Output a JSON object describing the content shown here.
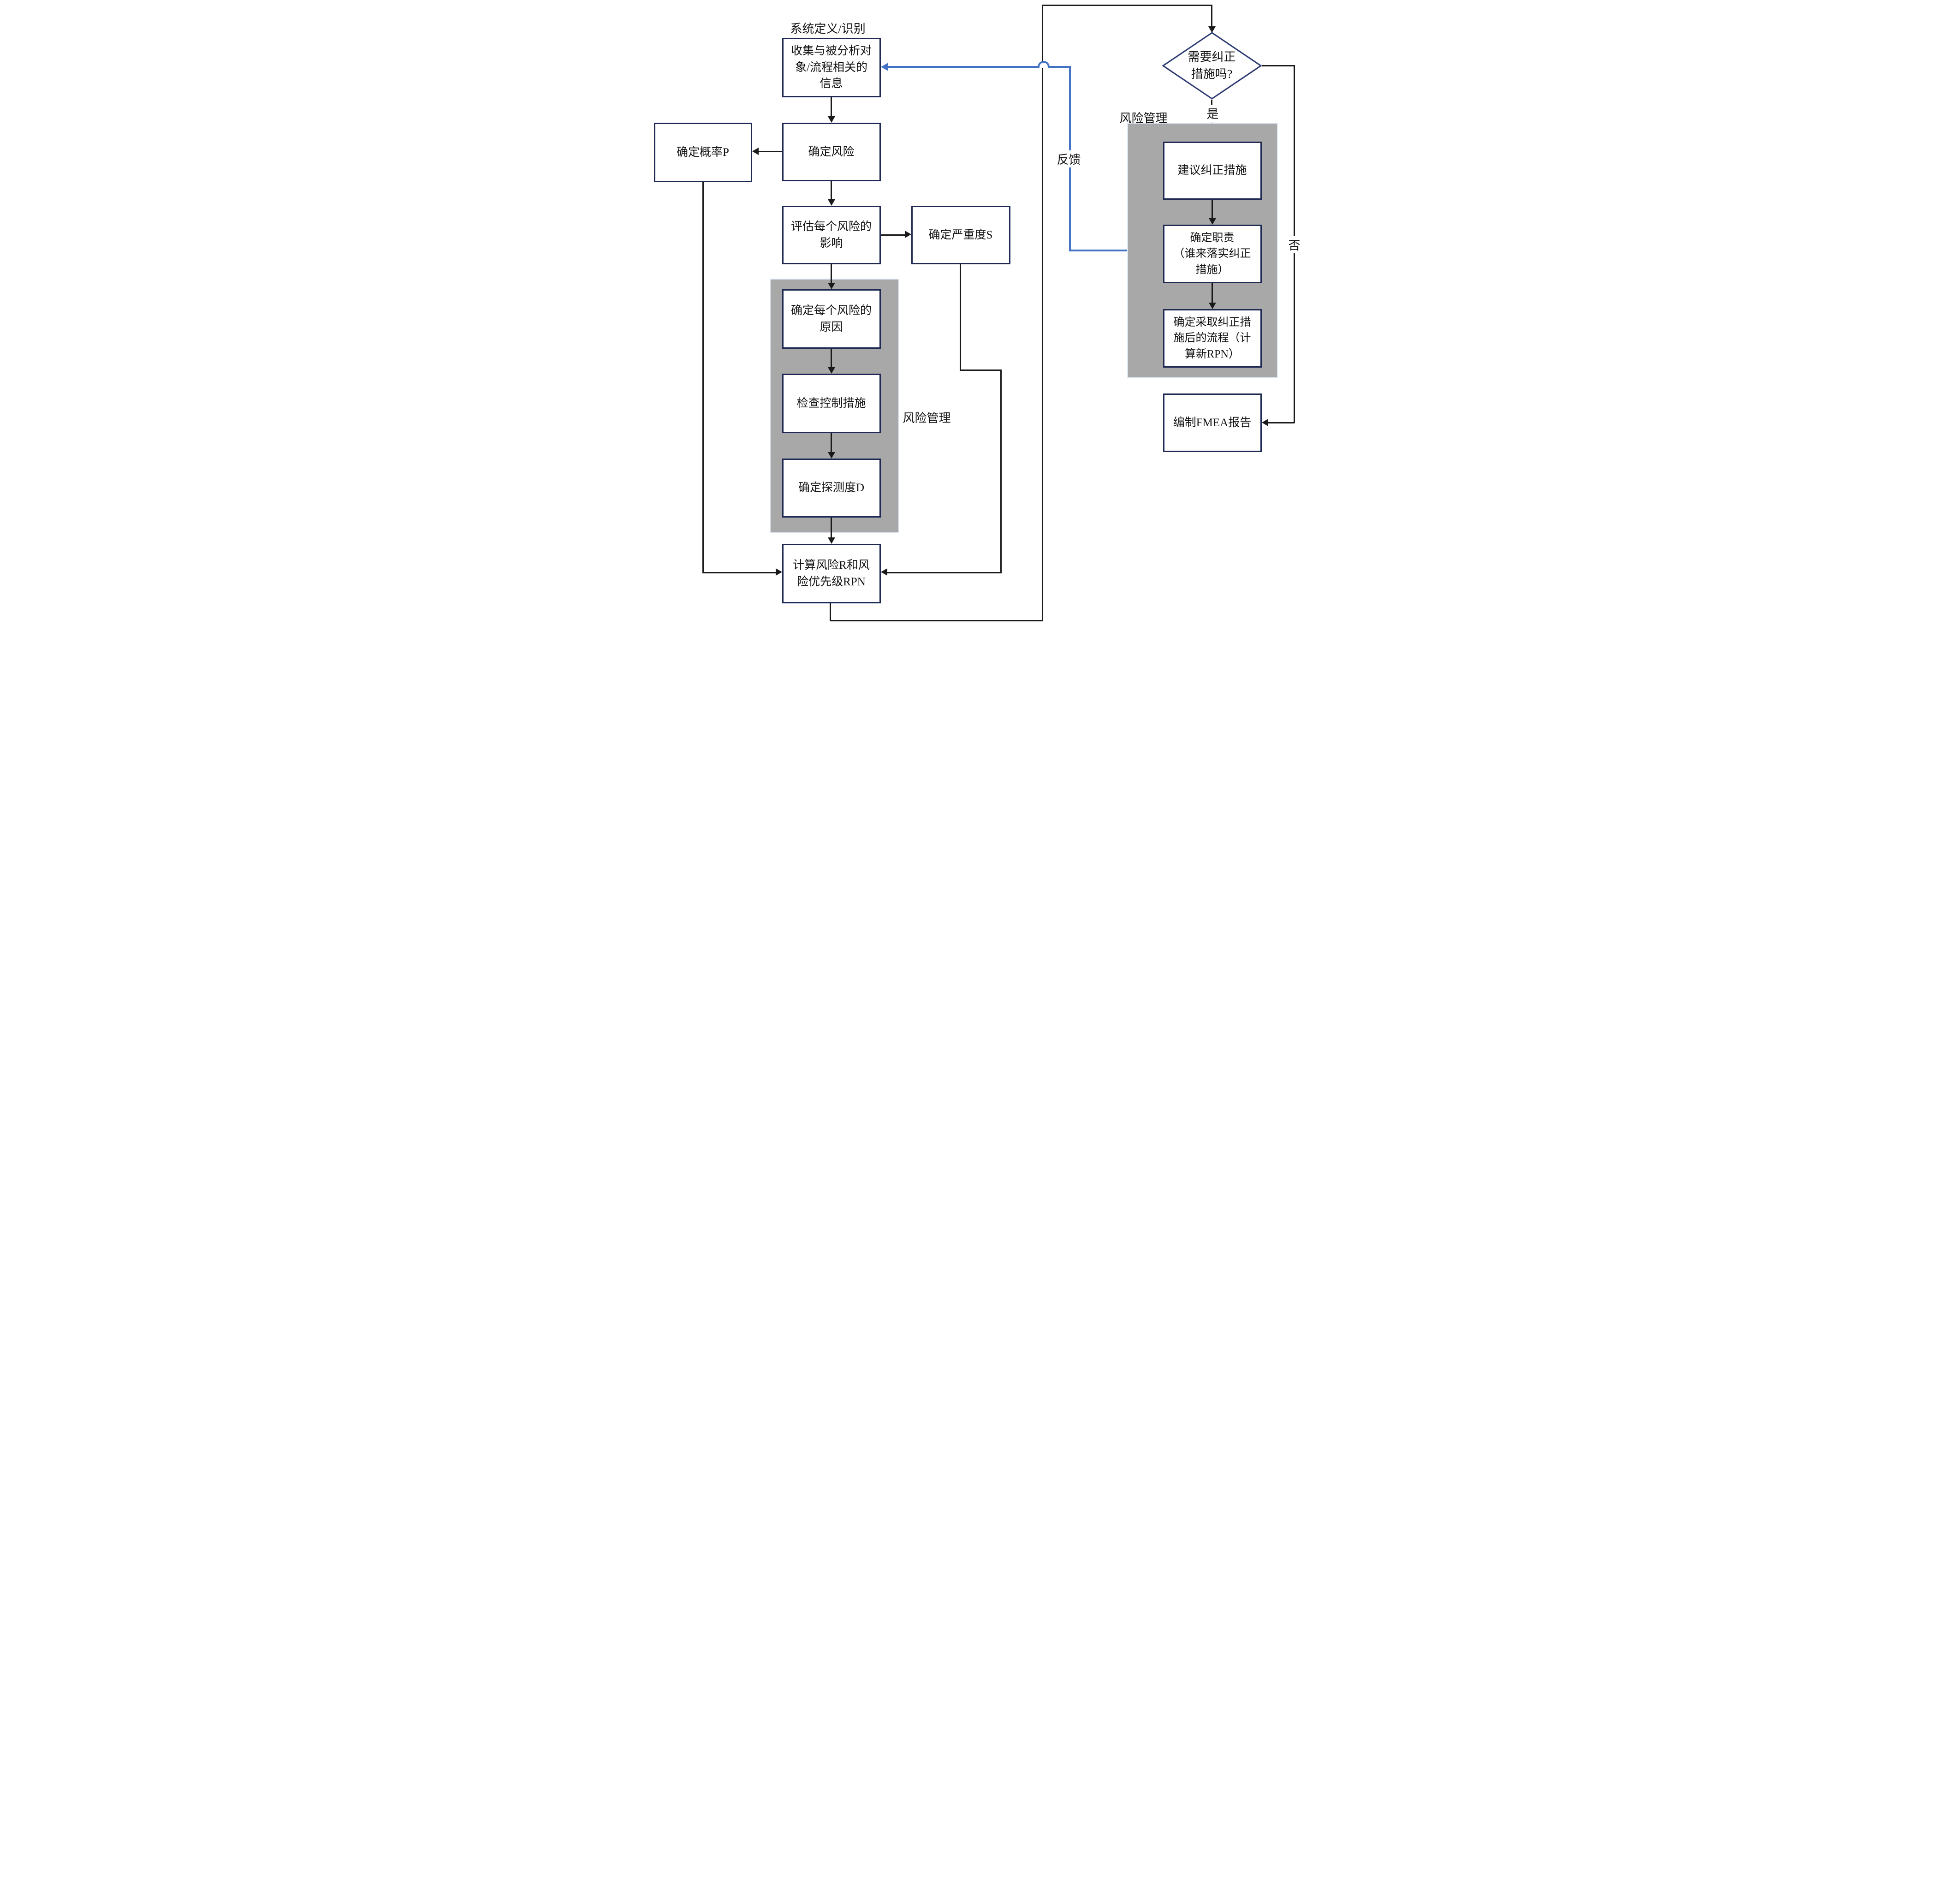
{
  "labels": {
    "system_definition": "系统定义/识别",
    "risk_management_left": "风险管理",
    "risk_management_right": "风险管理",
    "yes": "是",
    "no": "否",
    "feedback": "反馈"
  },
  "nodes": {
    "collect_info": {
      "text": "收集与被分析对\n象/流程相关的\n信息"
    },
    "determine_risk": {
      "text": "确定风险"
    },
    "determine_probability": {
      "text": "确定概率P"
    },
    "assess_impact": {
      "text": "评估每个风险的\n影响"
    },
    "determine_severity": {
      "text": "确定严重度S"
    },
    "determine_cause": {
      "text": "确定每个风险的\n原因"
    },
    "check_controls": {
      "text": "检查控制措施"
    },
    "determine_detectability": {
      "text": "确定探测度D"
    },
    "calculate_rpn": {
      "text": "计算风险R和风\n险优先级RPN"
    },
    "need_corrective_action": {
      "text": "需要纠正\n措施吗?"
    },
    "suggest_corrective_action": {
      "text": "建议纠正措施"
    },
    "determine_responsibility": {
      "text": "确定职责\n（谁来落实纠正\n措施）"
    },
    "process_after_action": {
      "text": "确定采取纠正措\n施后的流程（计\n算新RPN）"
    },
    "compile_fmea_report": {
      "text": "编制FMEA报告"
    }
  },
  "colors": {
    "box_border": "#1f2a54",
    "diamond_border": "#2d3c74",
    "line_black": "#1a1a1a",
    "accent_blue": "#4472c4",
    "region_gray": "#a8a8a8",
    "region_border": "#dfe8f5"
  }
}
